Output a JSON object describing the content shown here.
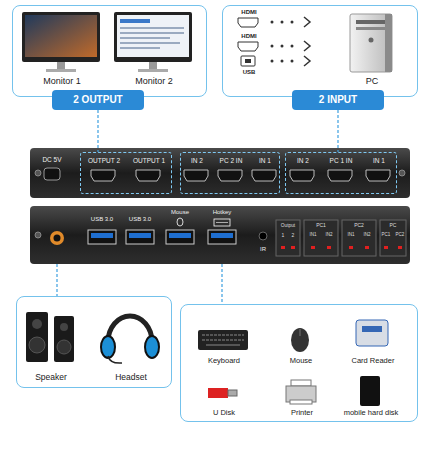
{
  "diagram": {
    "nodes": [
      {
        "text": [
          "Monitor 1",
          "Monitor 2"
        ]
      },
      {
        "text": [
          "2 OUTPUT"
        ]
      },
      {
        "text": [
          "HDMI",
          "HDMI",
          "USB",
          "PC"
        ]
      },
      {
        "text": [
          "2 INPUT"
        ]
      },
      {
        "text": [
          "DC 5V"
        ]
      },
      {
        "text": [
          "OUTPUT 2",
          "OUTPUT 1"
        ],
        "in": 4
      },
      {
        "text": [
          "IN 2",
          "PC 2 IN",
          "IN 1"
        ],
        "in": 4
      },
      {
        "text": [
          "IN 2",
          "PC 1 IN",
          "IN 1"
        ],
        "in": 4
      },
      {
        "text": [
          "USB 3.0",
          "USB 3.0",
          "Mouse",
          "Hotkey",
          "IR"
        ]
      },
      {
        "text": [
          "Speaker",
          "Headset"
        ]
      },
      {
        "text": [
          "Keyboard",
          "Mouse",
          "Card Reader",
          "U Disk",
          "Printer",
          "mobile hard disk"
        ]
      }
    ],
    "edges": [
      {
        "from": 1,
        "to": 5,
        "arrow": "none"
      },
      {
        "from": 3,
        "to": 7,
        "arrow": "none"
      },
      {
        "from": 8,
        "to": 9,
        "arrow": "none"
      },
      {
        "from": 8,
        "to": 10,
        "arrow": "none"
      }
    ],
    "labels": [
      "Output",
      "1",
      "2",
      "PC1",
      "IN1",
      "IN2",
      "PC2",
      "IN1",
      "IN2",
      "PC",
      "PC1",
      "PC2"
    ]
  }
}
